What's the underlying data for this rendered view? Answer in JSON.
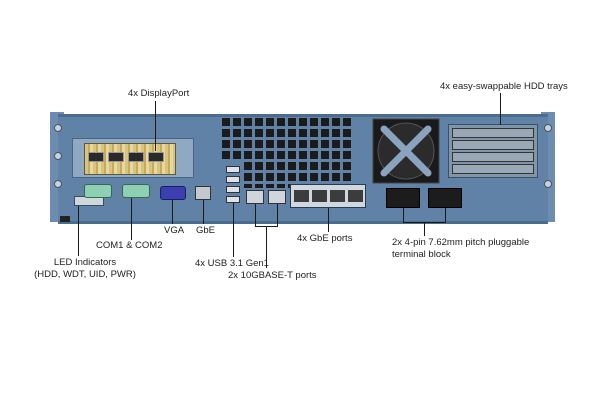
{
  "labels": {
    "displayport": "4x DisplayPort",
    "hdd_trays": "4x easy-swappable HDD trays",
    "com_ports": "COM1 & COM2",
    "vga": "VGA",
    "gbe": "GbE",
    "led_line1": "LED Indicators",
    "led_line2": "(HDD, WDT, UID, PWR)",
    "usb": "4x USB 3.1 Gen1",
    "teng": "2x 10GBASE-T ports",
    "gbe_ports": "4x GbE ports",
    "terminal_line1": "2x 4-pin 7.62mm pitch pluggable",
    "terminal_line2": "terminal block"
  },
  "colors": {
    "panel": "#5f82a6",
    "vent_hole": "#1b1b1b",
    "port_metal": "#b8c2cc",
    "hdd_tray": "#9aa8b6",
    "leader_line": "#1a1a1a",
    "text": "#222222"
  }
}
